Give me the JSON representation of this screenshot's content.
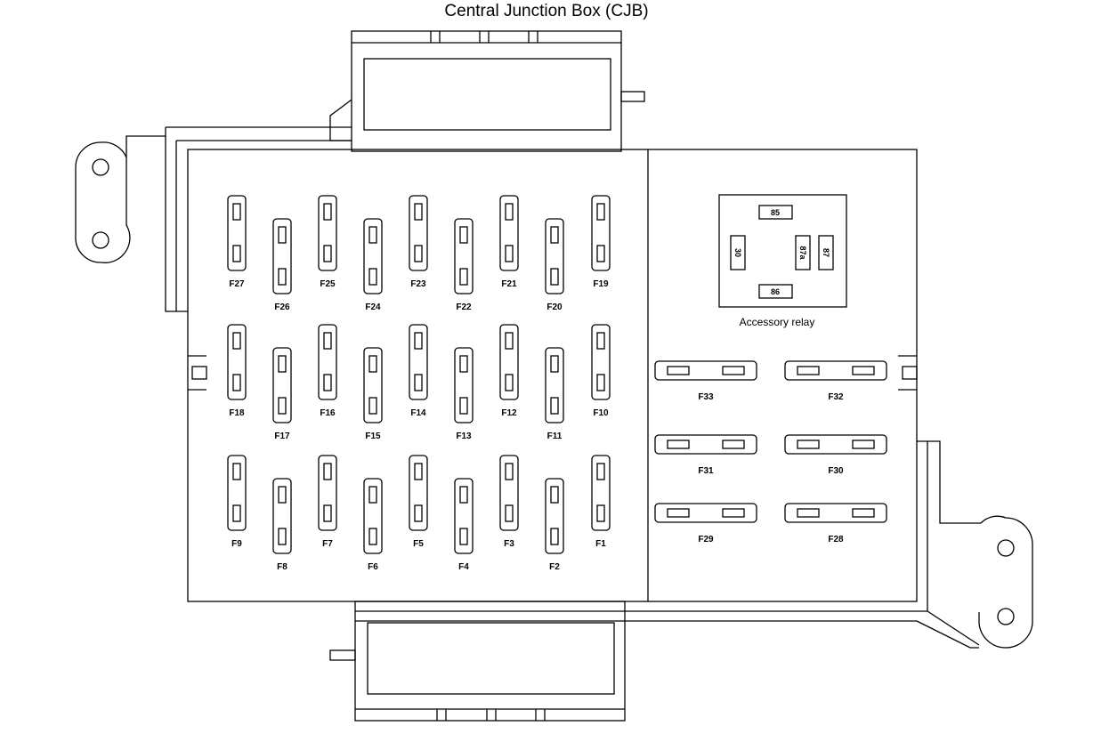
{
  "title": "Central Junction Box (CJB)",
  "relay": {
    "caption": "Accessory relay",
    "terminals": [
      "85",
      "30",
      "87a",
      "87",
      "86"
    ]
  },
  "fuses": {
    "vertical": [
      "F27",
      "F26",
      "F25",
      "F24",
      "F23",
      "F22",
      "F21",
      "F20",
      "F19",
      "F18",
      "F17",
      "F16",
      "F15",
      "F14",
      "F13",
      "F12",
      "F11",
      "F10",
      "F9",
      "F8",
      "F7",
      "F6",
      "F5",
      "F4",
      "F3",
      "F2",
      "F1"
    ],
    "horizontal": [
      "F33",
      "F32",
      "F31",
      "F30",
      "F29",
      "F28"
    ]
  }
}
